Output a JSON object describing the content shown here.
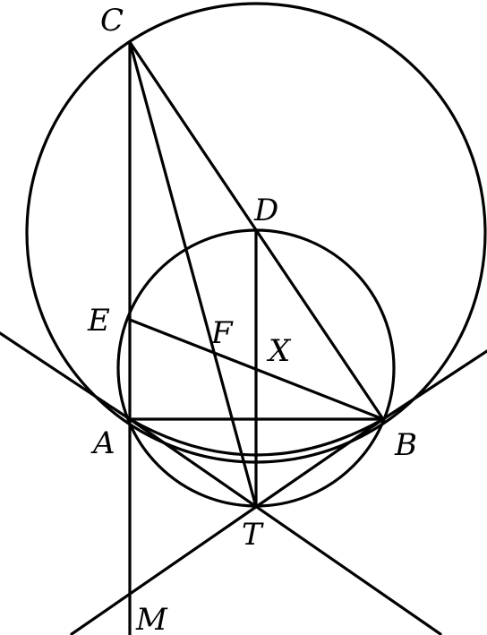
{
  "diagram": {
    "labels": {
      "C": "C",
      "D": "D",
      "E": "E",
      "F": "F",
      "X": "X",
      "A": "A",
      "B": "B",
      "T": "T",
      "M": "M"
    },
    "colors": {
      "stroke": "#000000",
      "background": "#ffffff"
    }
  }
}
